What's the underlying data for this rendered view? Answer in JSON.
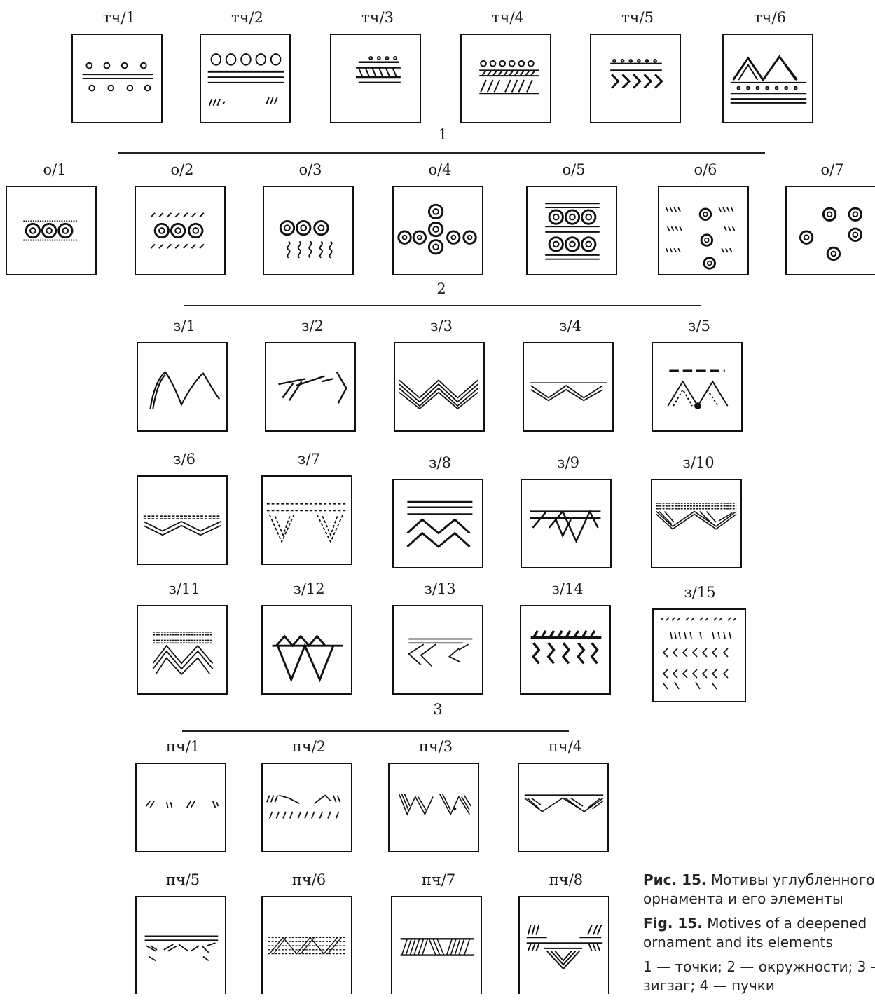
{
  "groups": {
    "g1": {
      "number": "1",
      "labels": [
        "тч/1",
        "тч/2",
        "тч/3",
        "тч/4",
        "тч/5",
        "тч/6"
      ]
    },
    "g2": {
      "number": "2",
      "labels": [
        "о/1",
        "о/2",
        "о/3",
        "о/4",
        "о/5",
        "о/6",
        "о/7"
      ]
    },
    "g3": {
      "number": "3",
      "labels": [
        "з/1",
        "з/2",
        "з/3",
        "з/4",
        "з/5",
        "з/6",
        "з/7",
        "з/8",
        "з/9",
        "з/10",
        "з/11",
        "з/12",
        "з/13",
        "з/14",
        "з/15"
      ]
    },
    "g4": {
      "labels": [
        "пч/1",
        "пч/2",
        "пч/3",
        "пч/4",
        "пч/5",
        "пч/6",
        "пч/7",
        "пч/8"
      ]
    }
  },
  "caption": {
    "ru_prefix": "Рис. 15.",
    "ru_text": "Мотивы углубленного орнамента и его элементы",
    "en_prefix": "Fig. 15.",
    "en_text": "Motives of a deepened ornament and its elements",
    "legend": "1 — точки; 2 — окружности; 3 — зигзаг; 4 — пучки"
  }
}
